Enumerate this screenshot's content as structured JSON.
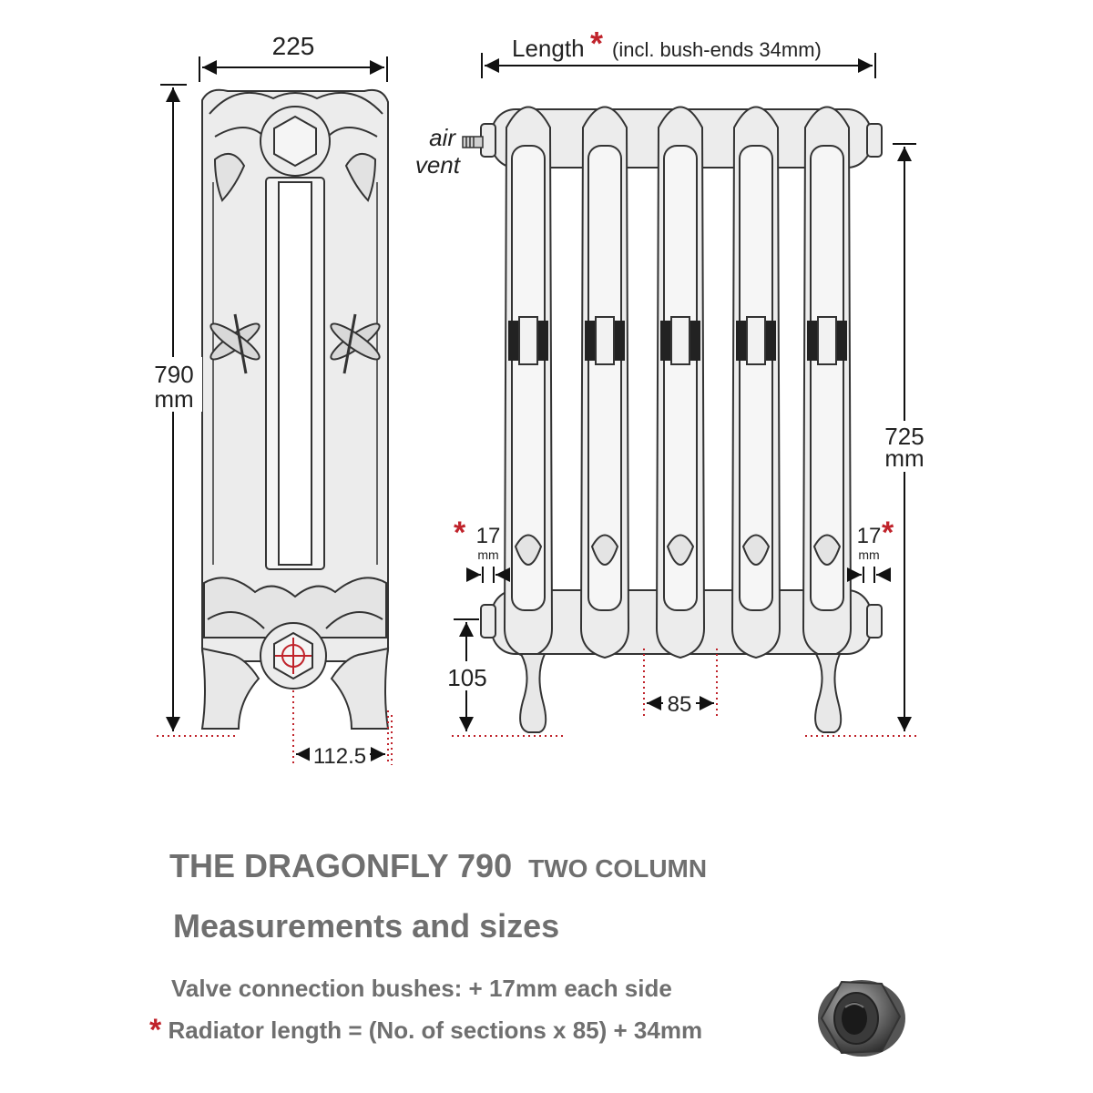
{
  "colors": {
    "outline": "#333333",
    "fill": "#ececec",
    "dim": "#111111",
    "red": "#c0232b",
    "grey_text": "#6f6f6f"
  },
  "dims": {
    "front_width": "225",
    "height_label_num": "790",
    "height_label_unit": "mm",
    "half_width": "112.5",
    "length_label": "Length",
    "length_note": "(incl. bush-ends 34mm)",
    "air_vent_1": "air",
    "air_vent_2": "vent",
    "connection_height_num": "725",
    "connection_height_unit": "mm",
    "bush_left_num": "17",
    "bush_left_unit": "mm",
    "bush_right_num": "17",
    "bush_right_unit": "mm",
    "floor_to_connection": "105",
    "section_pitch": "85",
    "asterisk": "*"
  },
  "caption": {
    "title_main": "THE DRAGONFLY  790",
    "title_sub": "TWO COLUMN",
    "subtitle": "Measurements and sizes",
    "note_1": "Valve connection bushes:  + 17mm each side",
    "note_2_star": "*",
    "note_2": "Radiator length = (No. of sections x 85) + 34mm"
  },
  "icons": {
    "bush_photo": "valve-bush-icon"
  }
}
